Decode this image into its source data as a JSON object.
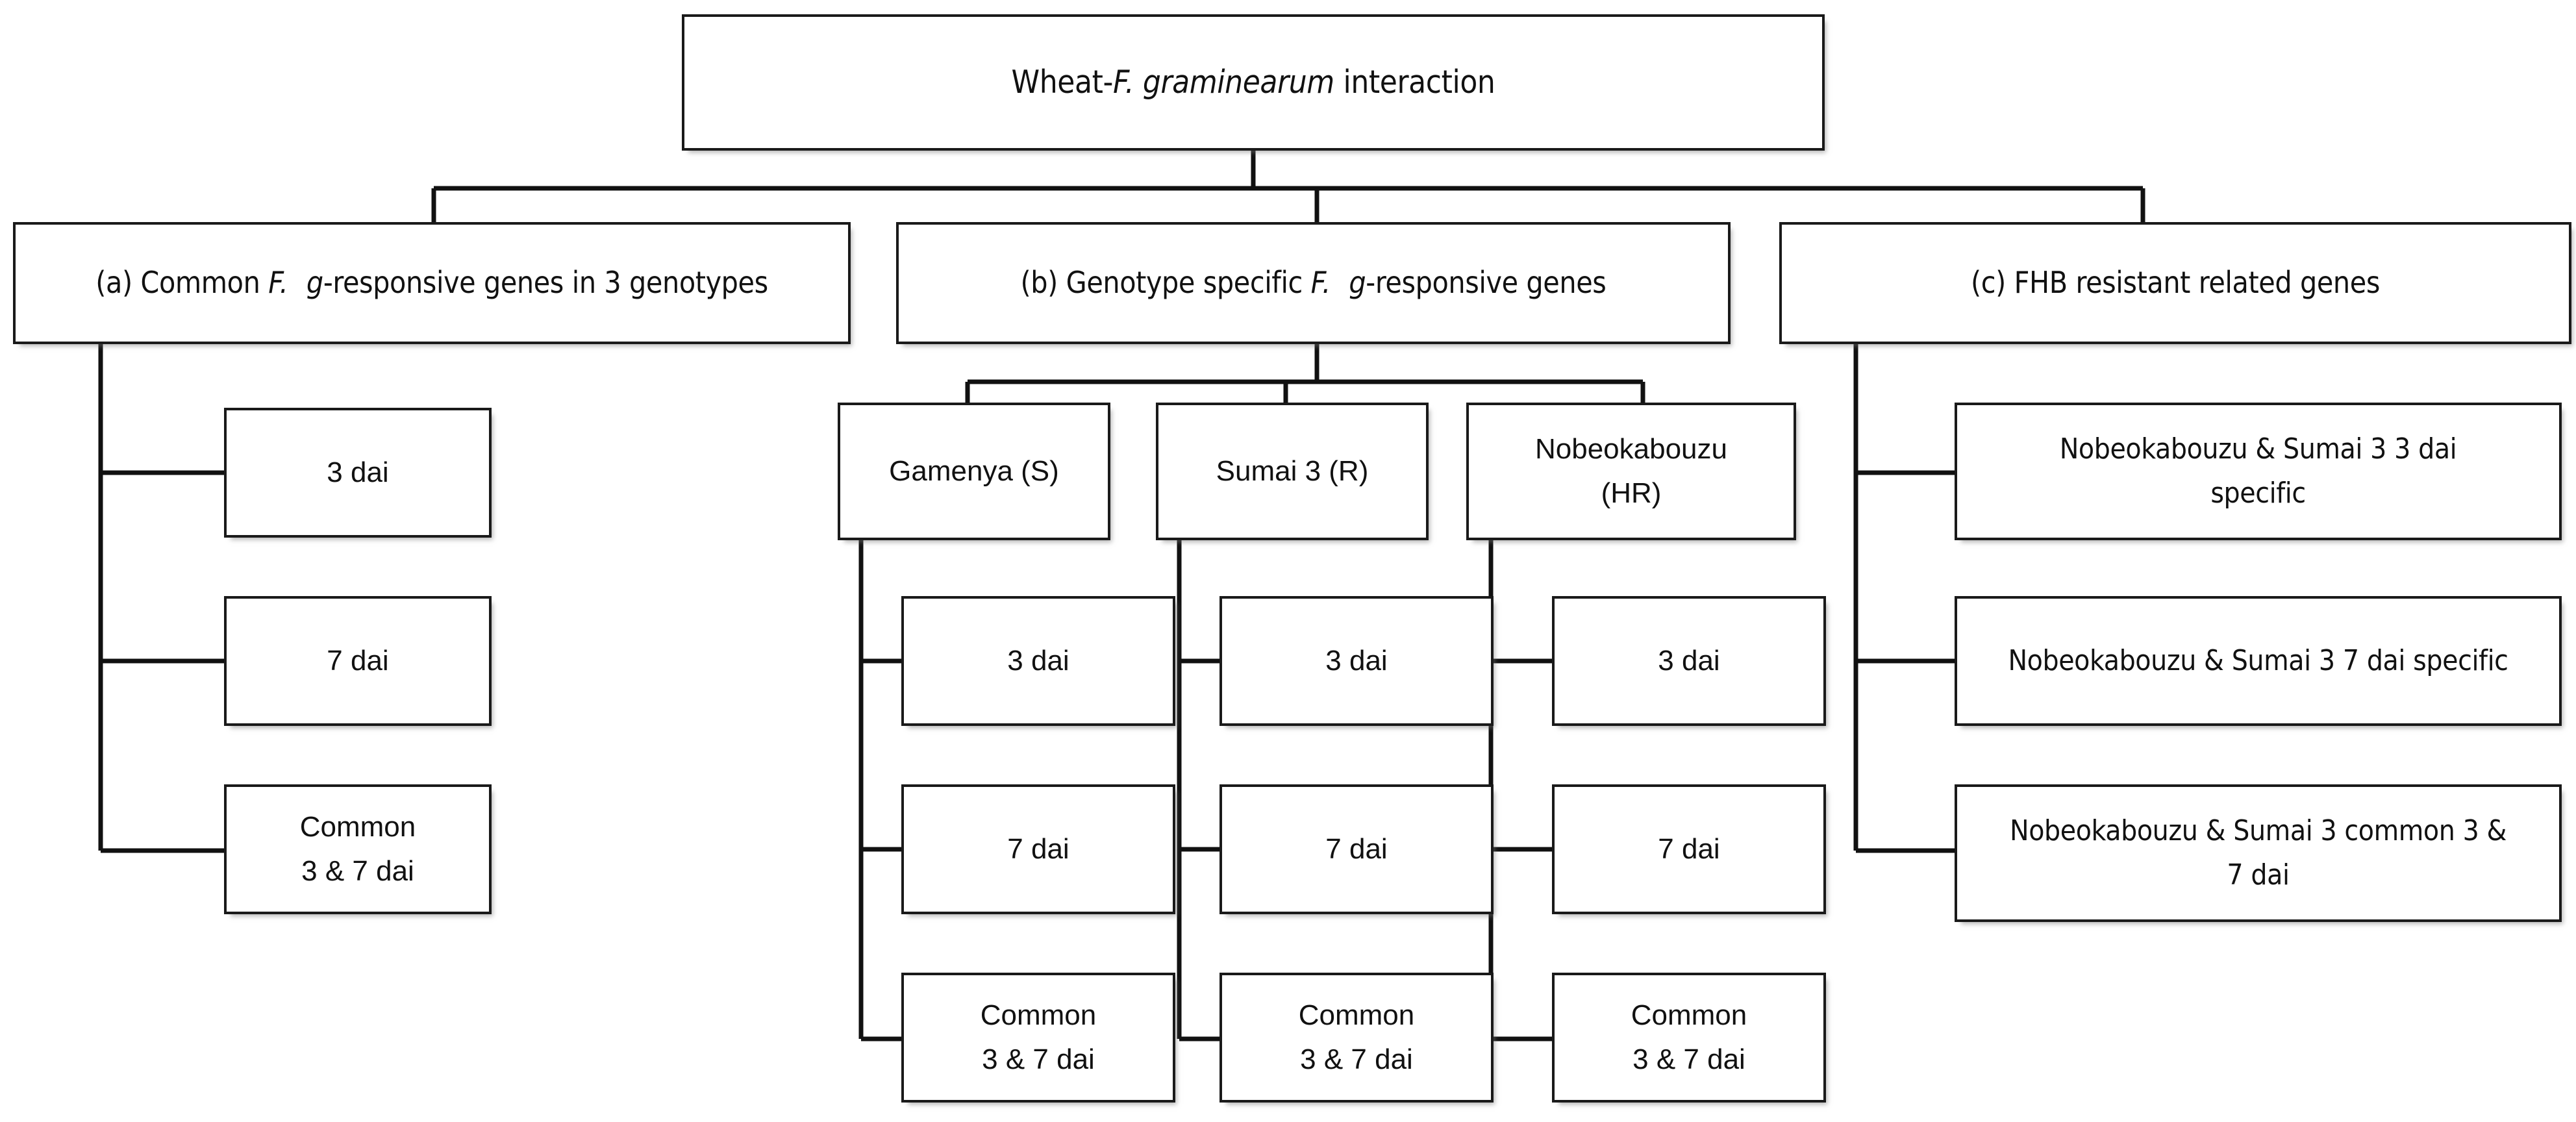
{
  "diagram": {
    "title": "Wheat-F. graminearum interaction flowchart",
    "root": {
      "label_pre": "Wheat-",
      "label_italic": "F. graminearum",
      "label_post": "interaction"
    },
    "branches": [
      {
        "key": "a",
        "label_pre": "(a) Common ",
        "label_italic_1": "F.",
        "label_italic_2": "g",
        "label_post": "-responsive genes in 3 genotypes",
        "children": [
          {
            "line1": "3 dai",
            "line2": ""
          },
          {
            "line1": "7 dai",
            "line2": ""
          },
          {
            "line1": "Common",
            "line2": "3 & 7 dai"
          }
        ]
      },
      {
        "key": "b",
        "label_pre": "(b) Genotype specific ",
        "label_italic_1": "F.",
        "label_italic_2": "g",
        "label_post": "-responsive genes",
        "genotypes": [
          {
            "line1": "Gamenya (S)",
            "line2": "",
            "children": [
              {
                "line1": "3 dai",
                "line2": ""
              },
              {
                "line1": "7 dai",
                "line2": ""
              },
              {
                "line1": "Common",
                "line2": "3 & 7 dai"
              }
            ]
          },
          {
            "line1": "Sumai 3 (R)",
            "line2": "",
            "children": [
              {
                "line1": "3 dai",
                "line2": ""
              },
              {
                "line1": "7 dai",
                "line2": ""
              },
              {
                "line1": "Common",
                "line2": "3 & 7 dai"
              }
            ]
          },
          {
            "line1": "Nobeokabouzu",
            "line2": "(HR)",
            "children": [
              {
                "line1": "3 dai",
                "line2": ""
              },
              {
                "line1": "7 dai",
                "line2": ""
              },
              {
                "line1": "Common",
                "line2": "3 & 7 dai"
              }
            ]
          }
        ]
      },
      {
        "key": "c",
        "label_pre": "(c) FHB resistant related genes",
        "label_italic_1": "",
        "label_italic_2": "",
        "label_post": "",
        "children": [
          {
            "line1": "Nobeokabouzu & Sumai 3 3 dai",
            "line2": "specific"
          },
          {
            "line1": "Nobeokabouzu & Sumai 3 7 dai specific",
            "line2": ""
          },
          {
            "line1": "Nobeokabouzu & Sumai 3 common 3 &",
            "line2": "7 dai"
          }
        ]
      }
    ],
    "colors": {
      "box_border": "#1a1a1a",
      "box_fill": "#ffffff",
      "connector": "#111111",
      "text": "#111111",
      "background": "#ffffff"
    }
  }
}
